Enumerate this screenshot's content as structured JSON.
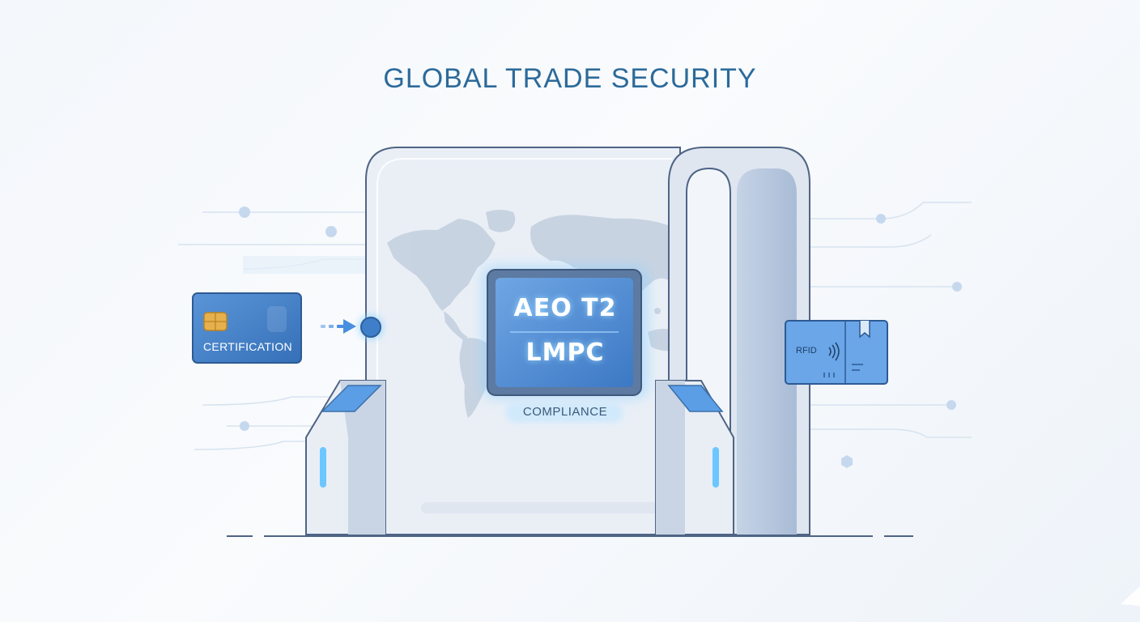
{
  "title": "GLOBAL TRADE SECURITY",
  "certification_card": {
    "label": "CERTIFICATION"
  },
  "screen": {
    "line1": "AEO T2",
    "line2": "LMPC"
  },
  "compliance_label": "COMPLIANCE",
  "package": {
    "label": "RFID"
  },
  "colors": {
    "title": "#2c6a9a",
    "accent_blue": "#3f7fc9",
    "glow": "#6cc6ff",
    "outline": "#5a6f8e",
    "gate_fill": "#e9eef5"
  },
  "icons": [
    "chip-icon",
    "arrow-right-icon",
    "world-map-icon",
    "rfid-wave-icon",
    "package-icon"
  ]
}
